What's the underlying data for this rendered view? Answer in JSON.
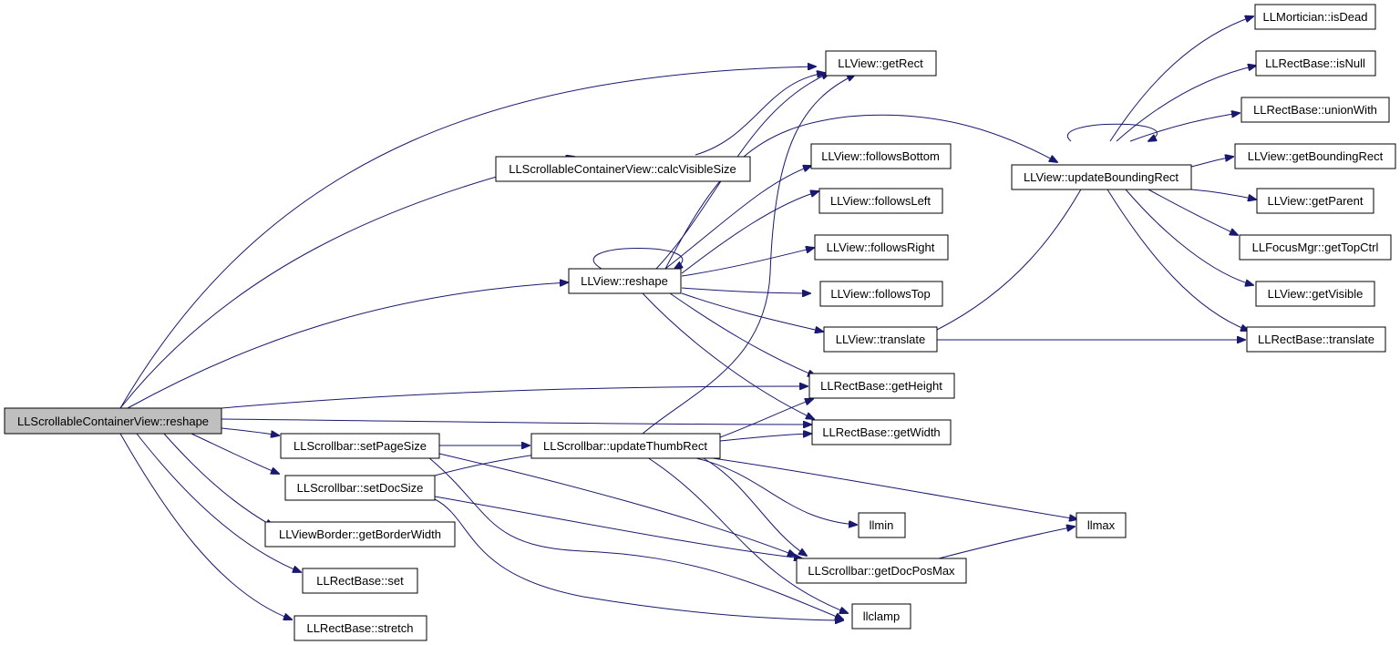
{
  "colors": {
    "edge": "#191970",
    "root_fill": "#bfbfbf",
    "node_fill": "#ffffff",
    "node_border": "#000000"
  },
  "nodes": {
    "root": "LLScrollableContainerView::reshape",
    "calcVisibleSize": "LLScrollableContainerView::calcVisibleSize",
    "view_reshape": "LLView::reshape",
    "setPageSize": "LLScrollbar::setPageSize",
    "setDocSize": "LLScrollbar::setDocSize",
    "getBorderWidth": "LLViewBorder::getBorderWidth",
    "rect_set": "LLRectBase::set",
    "rect_stretch": "LLRectBase::stretch",
    "getRect": "LLView::getRect",
    "followsBottom": "LLView::followsBottom",
    "followsLeft": "LLView::followsLeft",
    "followsRight": "LLView::followsRight",
    "followsTop": "LLView::followsTop",
    "view_translate": "LLView::translate",
    "getHeight": "LLRectBase::getHeight",
    "getWidth": "LLRectBase::getWidth",
    "updateThumbRect": "LLScrollbar::updateThumbRect",
    "getDocPosMax": "LLScrollbar::getDocPosMax",
    "llmin": "llmin",
    "llclamp": "llclamp",
    "llmax": "llmax",
    "updateBoundingRect": "LLView::updateBoundingRect",
    "isDead": "LLMortician::isDead",
    "isNull": "LLRectBase::isNull",
    "unionWith": "LLRectBase::unionWith",
    "getBoundingRect": "LLView::getBoundingRect",
    "getParent": "LLView::getParent",
    "getTopCtrl": "LLFocusMgr::getTopCtrl",
    "getVisible": "LLView::getVisible",
    "rect_translate": "LLRectBase::translate"
  }
}
